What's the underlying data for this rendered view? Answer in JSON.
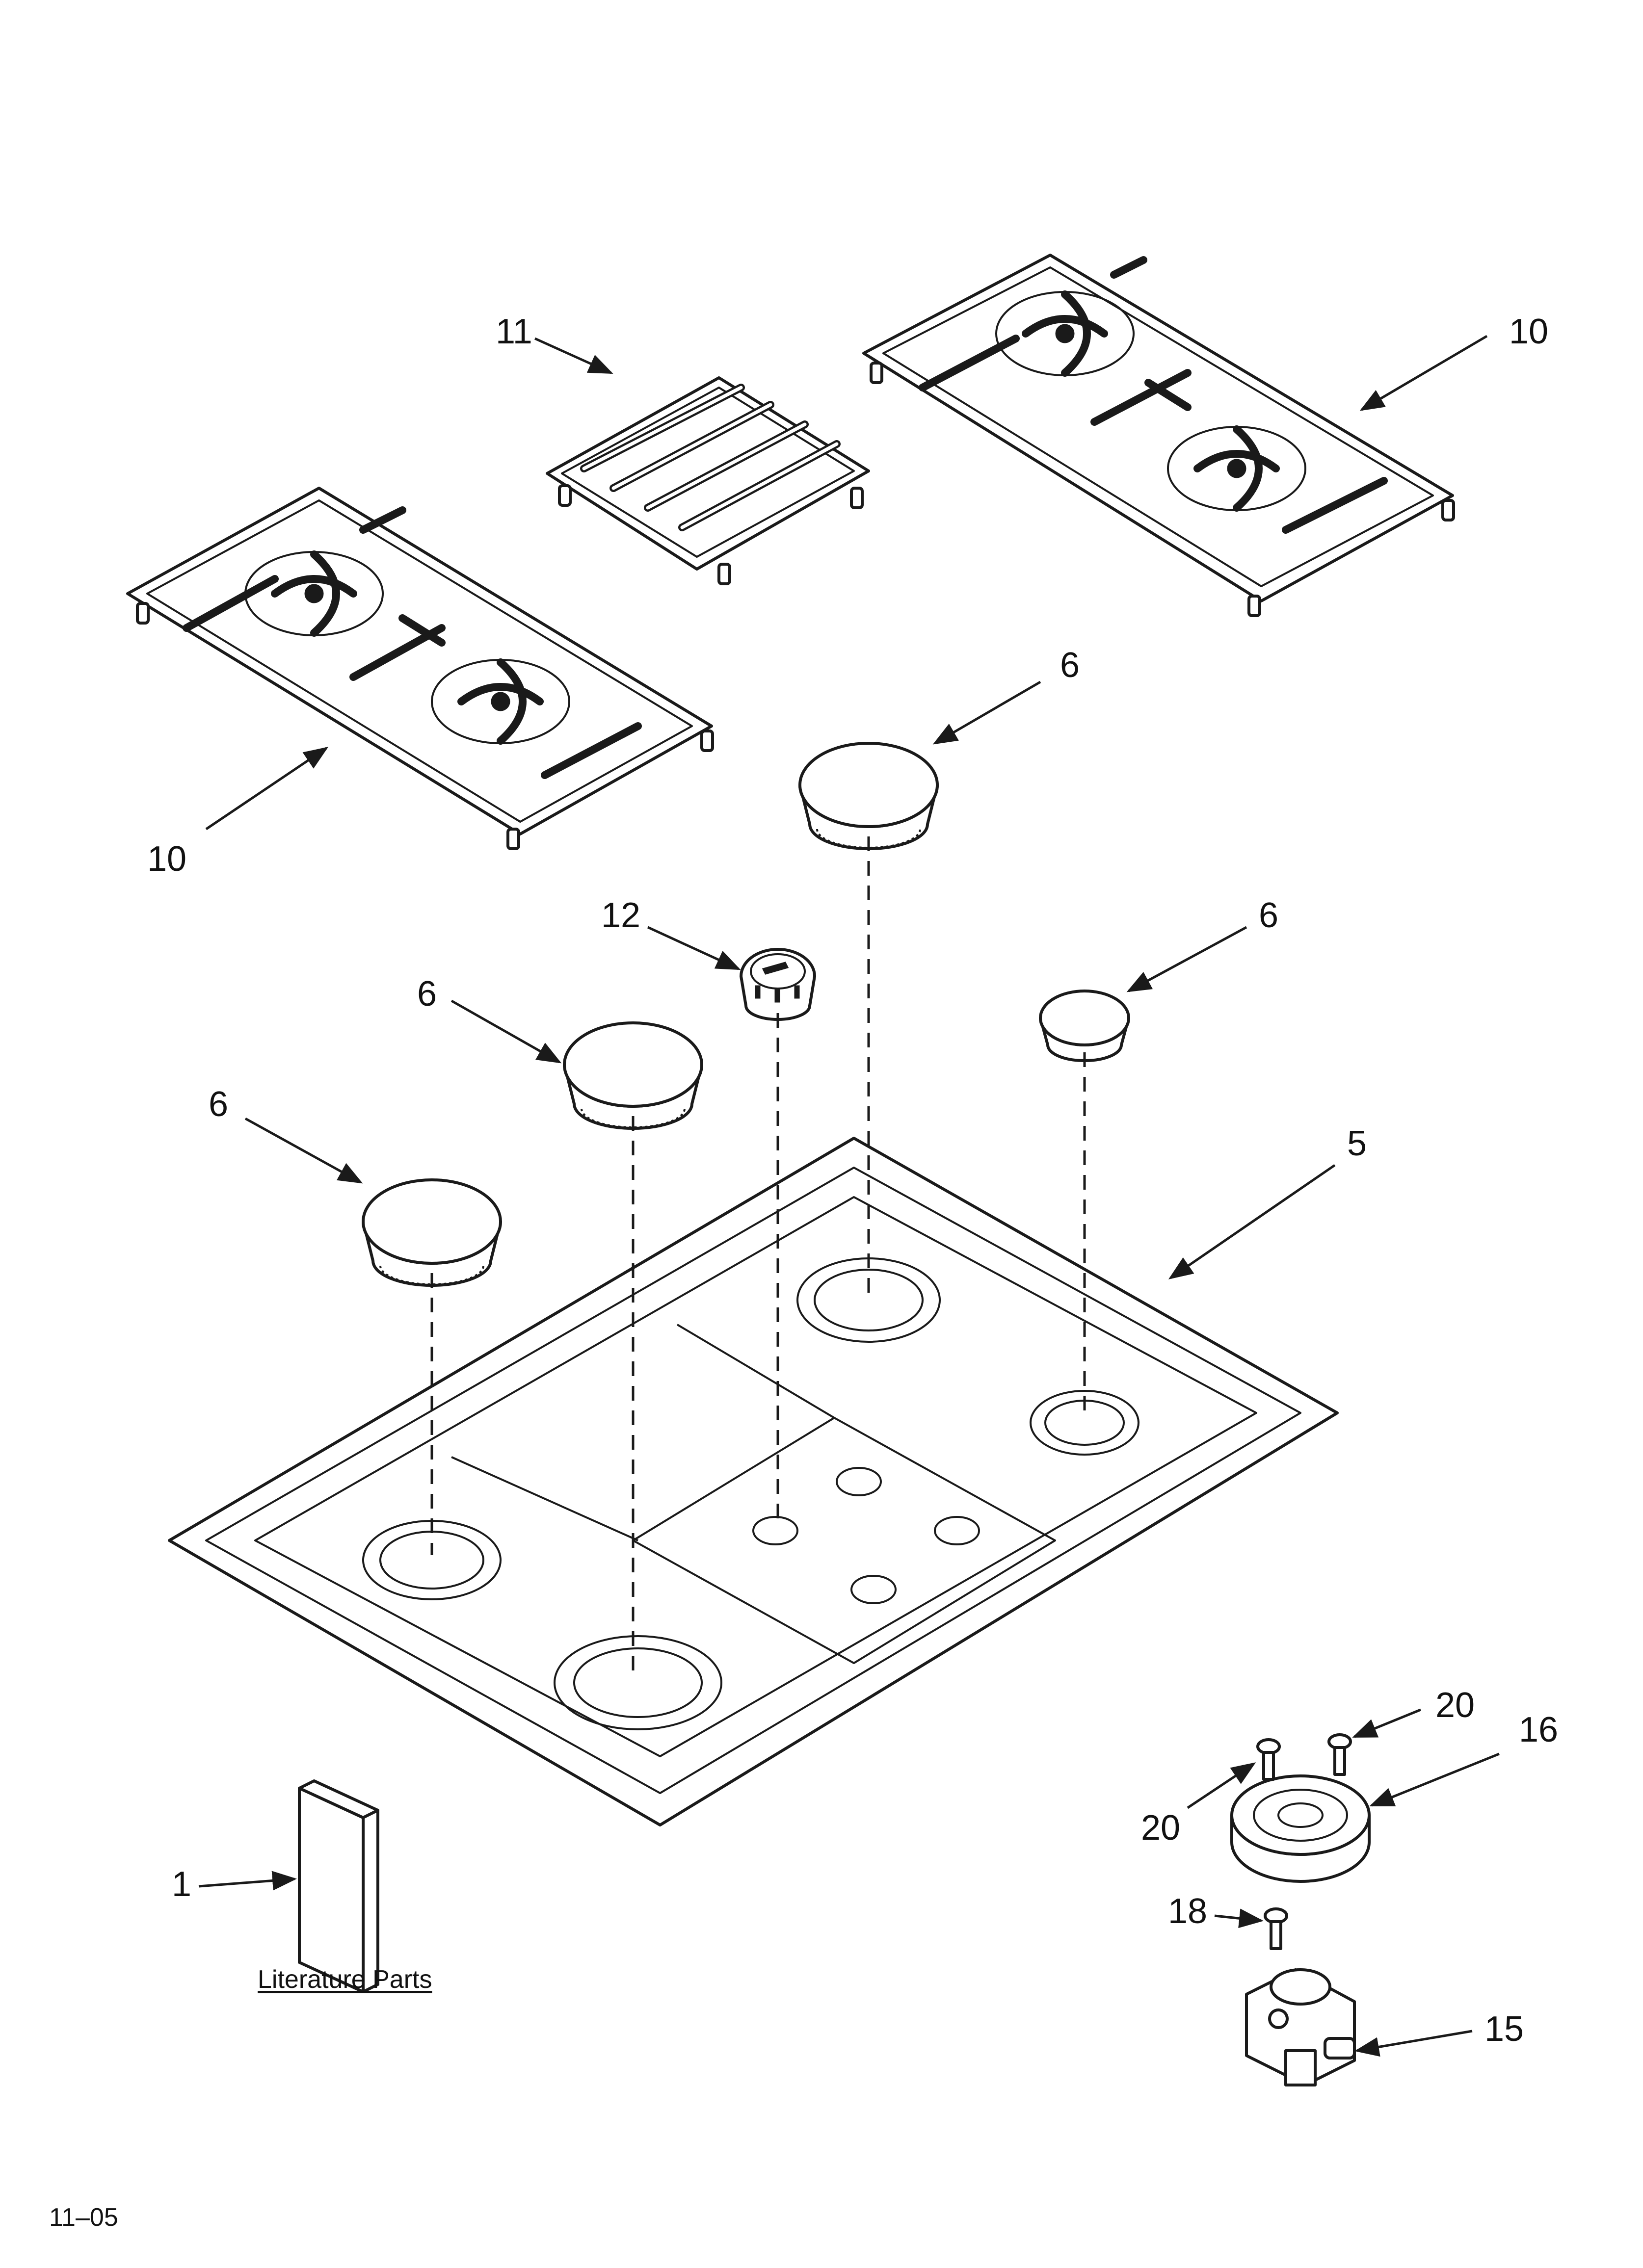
{
  "callouts": {
    "grate_top": "11",
    "grate_right": "10",
    "grate_left": "10",
    "cap_large_top": "6",
    "knob": "12",
    "cap_small_right": "6",
    "cap_mid_left": "6",
    "cap_far_left": "6",
    "cooktop": "5",
    "screw_upper_right": "20",
    "burner_base": "16",
    "screw_upper_left": "20",
    "screw_lower": "18",
    "valve": "15",
    "literature": "1"
  },
  "literature_label": "Literature Parts",
  "footer_code": "11–05",
  "colors": {
    "ink": "#1a1a1a",
    "paper": "#ffffff"
  }
}
